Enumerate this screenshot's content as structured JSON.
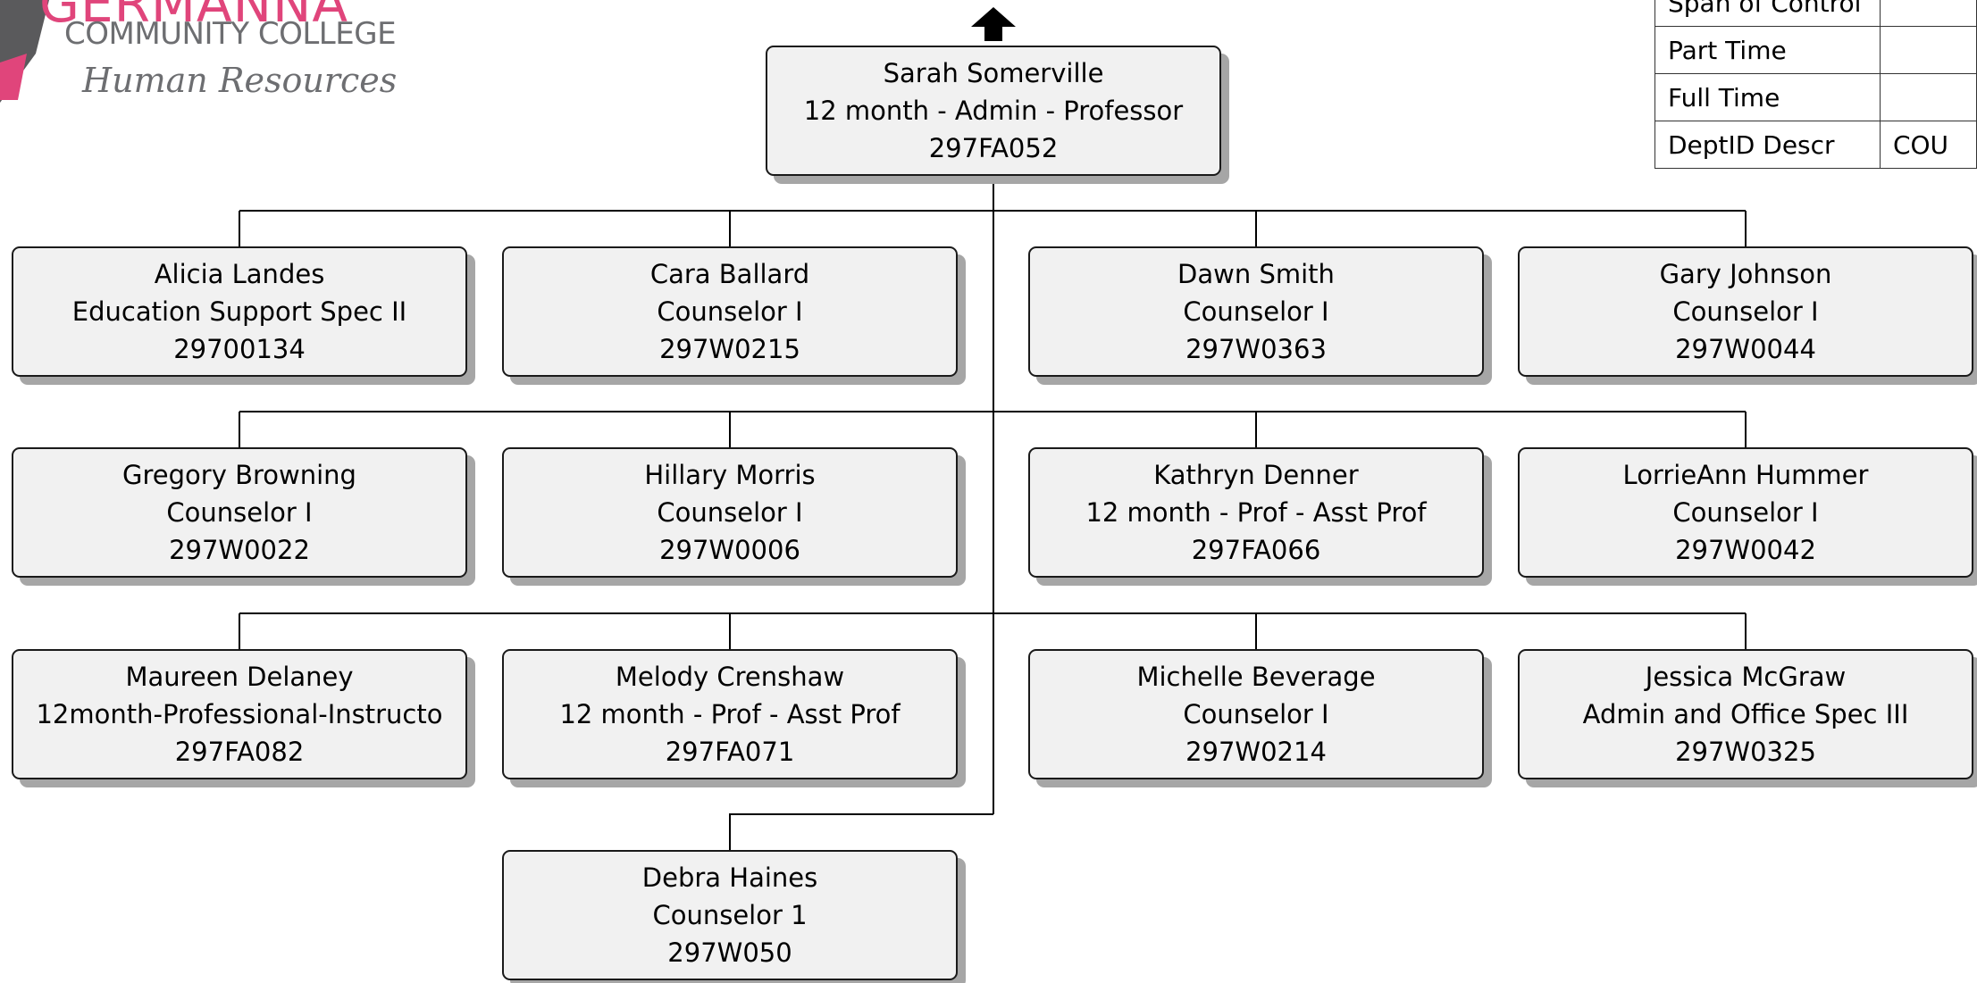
{
  "logo": {
    "wordmark": "GERMANNA",
    "subtitle": "COMMUNITY COLLEGE",
    "department": "Human Resources",
    "brand_color": "#e0457b"
  },
  "info_table": [
    {
      "label": "Span of Control",
      "value": ""
    },
    {
      "label": "Part Time",
      "value": ""
    },
    {
      "label": "Full Time",
      "value": ""
    },
    {
      "label": "DeptID Descr",
      "value": "COU"
    }
  ],
  "manager": {
    "name": "Sarah Somerville",
    "title": "12 month - Admin - Professor",
    "position_id": "297FA052"
  },
  "reports": [
    {
      "name": "Alicia Landes",
      "title": "Education Support Spec II",
      "position_id": "29700134"
    },
    {
      "name": "Cara Ballard",
      "title": "Counselor I",
      "position_id": "297W0215"
    },
    {
      "name": "Dawn Smith",
      "title": "Counselor I",
      "position_id": "297W0363"
    },
    {
      "name": "Gary Johnson",
      "title": "Counselor I",
      "position_id": "297W0044"
    },
    {
      "name": "Gregory Browning",
      "title": "Counselor I",
      "position_id": "297W0022"
    },
    {
      "name": "Hillary Morris",
      "title": "Counselor I",
      "position_id": "297W0006"
    },
    {
      "name": "Kathryn Denner",
      "title": "12 month - Prof - Asst Prof",
      "position_id": "297FA066"
    },
    {
      "name": "LorrieAnn Hummer",
      "title": "Counselor I",
      "position_id": "297W0042"
    },
    {
      "name": "Maureen Delaney",
      "title": "12month-Professional-Instructo",
      "position_id": "297FA082"
    },
    {
      "name": "Melody Crenshaw",
      "title": "12 month - Prof - Asst Prof",
      "position_id": "297FA071"
    },
    {
      "name": "Michelle Beverage",
      "title": "Counselor I",
      "position_id": "297W0214"
    },
    {
      "name": "Jessica McGraw",
      "title": "Admin and Office Spec III",
      "position_id": "297W0325"
    },
    {
      "name": "Debra Haines",
      "title": "Counselor 1",
      "position_id": "297W050"
    }
  ],
  "colors": {
    "box_fill": "#f1f1f1",
    "box_border": "#1a1a1a",
    "box_shadow": "#a6a6a6",
    "line": "#000000"
  }
}
